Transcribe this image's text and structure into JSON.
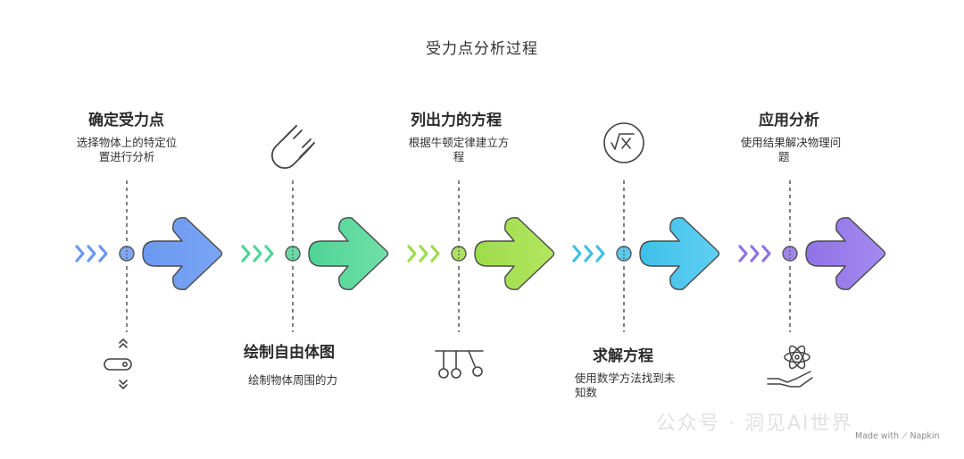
{
  "title": "受力点分析过程",
  "steps": [
    {
      "title": "确定受力点",
      "desc": [
        "选择物体上的特定位",
        "置进行分析"
      ],
      "color": "#6a97f0",
      "icon": "touch-swipe-icon"
    },
    {
      "title": "绘制自由体图",
      "desc": [
        "绘制物体周围的力"
      ],
      "color": "#4fd495",
      "icon": "magnet-icon"
    },
    {
      "title": "列出力的方程",
      "desc": [
        "根据牛顿定律建立方",
        "程"
      ],
      "color": "#9ddc4a",
      "icon": "newtons-cradle-icon"
    },
    {
      "title": "求解方程",
      "desc": [
        "使用数学方法找到未",
        "知数"
      ],
      "color": "#3fbfe8",
      "icon": "square-root-x-icon"
    },
    {
      "title": "应用分析",
      "desc": [
        "使用结果解决物理问",
        "题"
      ],
      "color": "#8f72e6",
      "icon": "atom-hand-icon"
    }
  ],
  "footer": {
    "made_with": "Made with",
    "brand": "Napkin"
  },
  "watermark": "公众号 · 洞见AI世界"
}
